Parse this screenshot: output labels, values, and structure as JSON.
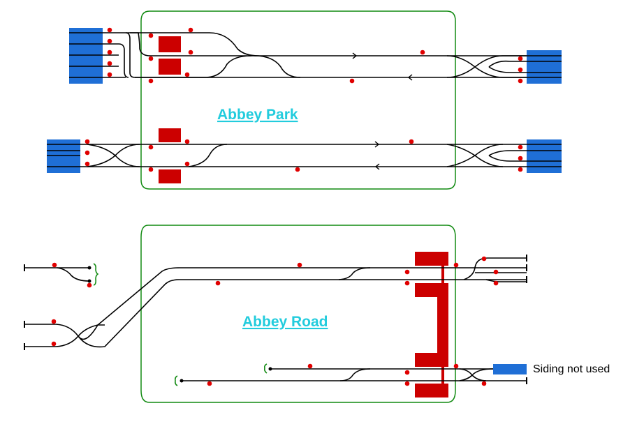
{
  "stations": [
    {
      "id": "abbey-park",
      "label": "Abbey Park"
    },
    {
      "id": "abbey-road",
      "label": "Abbey Road"
    }
  ],
  "legend": {
    "siding_label": "Siding not used"
  },
  "colors": {
    "track": "#000000",
    "signal": "#e00000",
    "platform": "#cc0000",
    "fiddle_yard": "#1f6fd6",
    "boundary": "#118a11",
    "station_label": "#22ccdd",
    "text": "#000000"
  },
  "icons": {
    "signal": "signal-dot-icon",
    "direction": "direction-arrow-icon",
    "buffer": "buffer-stop-icon"
  }
}
